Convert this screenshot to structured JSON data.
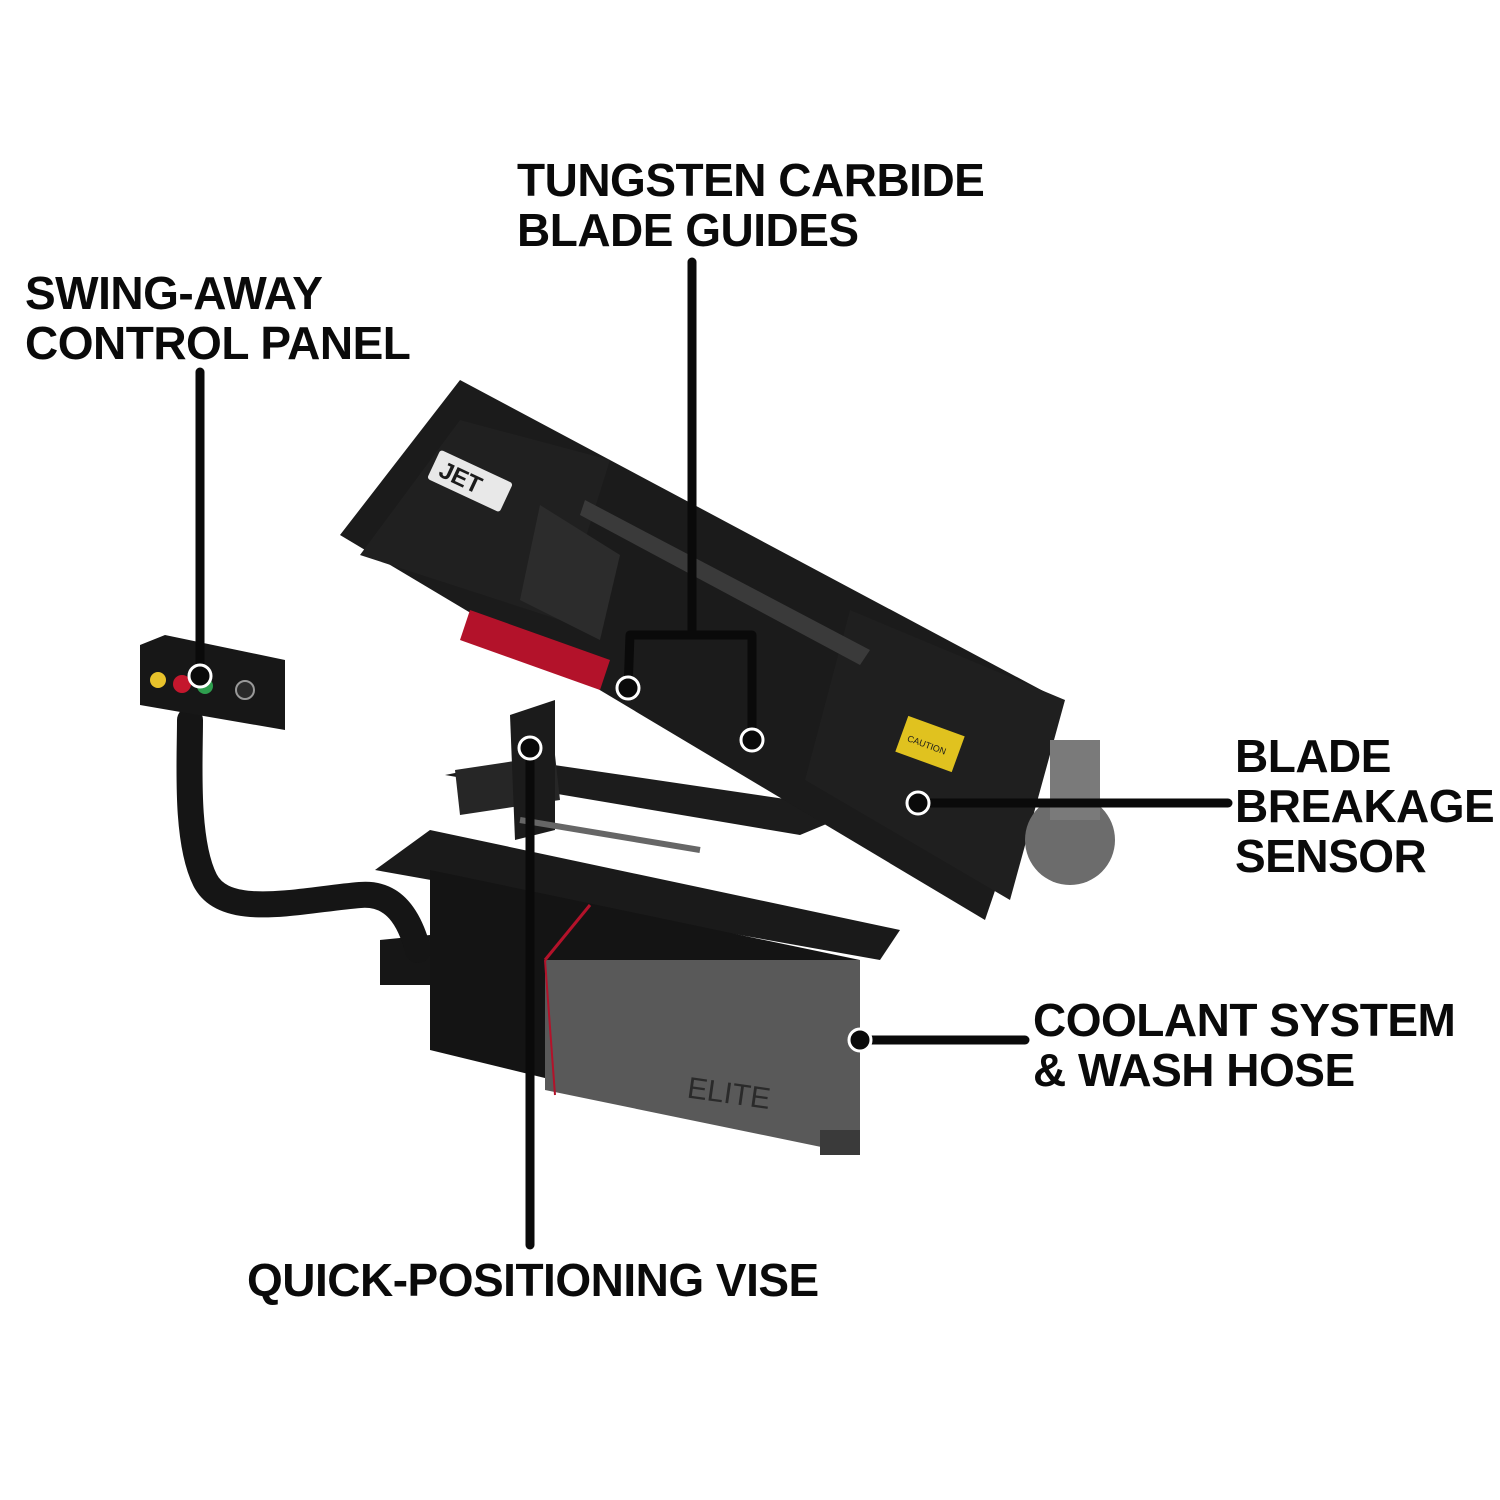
{
  "callouts": {
    "tungsten": {
      "lines": [
        "TUNGSTEN CARBIDE",
        "BLADE GUIDES"
      ]
    },
    "swing_away": {
      "lines": [
        "SWING-AWAY",
        "CONTROL PANEL"
      ]
    },
    "blade_sensor": {
      "lines": [
        "BLADE",
        "BREAKAGE",
        "SENSOR"
      ]
    },
    "coolant": {
      "lines": [
        "COOLANT SYSTEM",
        "& WASH HOSE"
      ]
    },
    "vise": {
      "lines": [
        "QUICK-POSITIONING VISE"
      ]
    }
  },
  "product_markings": {
    "brand_badge": "JET",
    "base_logo": "ELITE",
    "warning_sticker": "CAUTION"
  },
  "colors": {
    "callout_line": "#0a0a0a",
    "machine_body": "#161616",
    "machine_grey": "#5b5b5b",
    "accent_red": "#b3122a"
  }
}
